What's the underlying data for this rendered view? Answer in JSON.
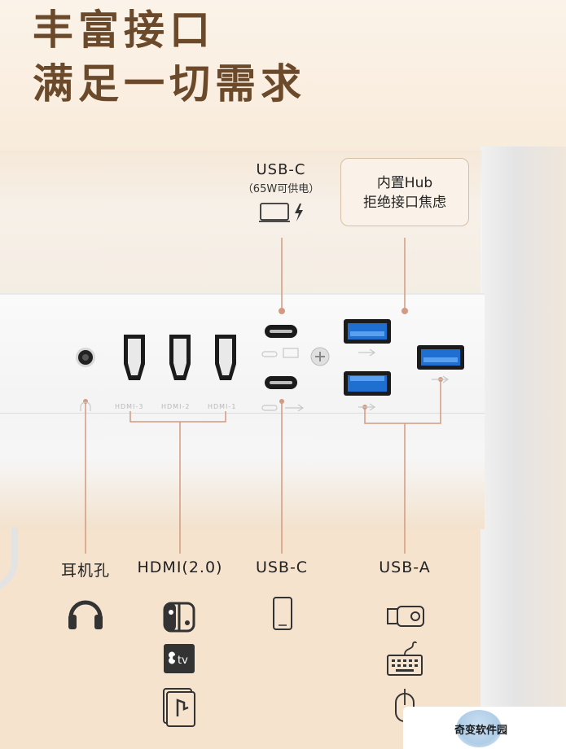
{
  "headline": {
    "line1": "丰富接口",
    "line2": "满足一切需求"
  },
  "usbc_callout": {
    "title": "USB-C",
    "subtitle": "（65W可供电）"
  },
  "hub_callout": {
    "line1": "内置Hub",
    "line2": "拒绝接口焦虑"
  },
  "port_labels": {
    "hdmi3": "HDMI-3",
    "hdmi2": "HDMI-2",
    "hdmi1": "HDMI-1"
  },
  "categories": {
    "headphone": "耳机孔",
    "hdmi": "HDMI(2.0)",
    "usbc": "USB-C",
    "usba": "USB-A"
  },
  "device_icons": {
    "headphone": [
      "headphones-icon"
    ],
    "hdmi": [
      "game-console-icon",
      "apple-tv-icon",
      "playstation-icon"
    ],
    "usbc": [
      "smartphone-icon"
    ],
    "usba": [
      "usb-drive-icon",
      "keyboard-icon",
      "mouse-icon"
    ]
  },
  "apple_tv_text": "tv",
  "watermark": "奇变软件园",
  "colors": {
    "headline": "#6b4a2b",
    "connector_line": "#d39a80",
    "usb3_blue": "#1f6fd1"
  }
}
